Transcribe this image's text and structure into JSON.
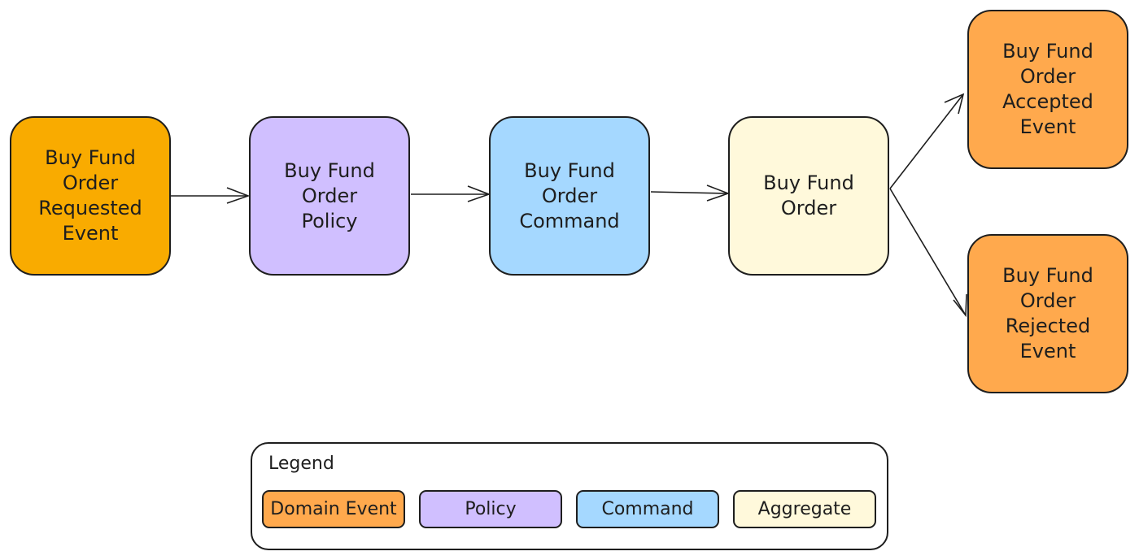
{
  "colors": {
    "domain_event": "#f9ab00",
    "domain_event_result": "#ffa94d",
    "policy": "#d0bfff",
    "command": "#a5d8ff",
    "aggregate": "#fff9db",
    "stroke": "#1e1e1e"
  },
  "nodes": [
    {
      "id": "requested",
      "label": "Buy Fund\nOrder\nRequested\nEvent",
      "kind": "domain_event"
    },
    {
      "id": "policy",
      "label": "Buy Fund\nOrder\nPolicy",
      "kind": "policy"
    },
    {
      "id": "command",
      "label": "Buy Fund\nOrder\nCommand",
      "kind": "command"
    },
    {
      "id": "aggregate",
      "label": "Buy Fund\nOrder",
      "kind": "aggregate"
    },
    {
      "id": "accepted",
      "label": "Buy Fund\nOrder\nAccepted\nEvent",
      "kind": "domain_event_result"
    },
    {
      "id": "rejected",
      "label": "Buy Fund\nOrder\nRejected\nEvent",
      "kind": "domain_event_result"
    }
  ],
  "edges": [
    {
      "from": "requested",
      "to": "policy"
    },
    {
      "from": "policy",
      "to": "command"
    },
    {
      "from": "command",
      "to": "aggregate"
    },
    {
      "from": "aggregate",
      "to": "accepted"
    },
    {
      "from": "aggregate",
      "to": "rejected"
    }
  ],
  "legend": {
    "title": "Legend",
    "items": [
      {
        "label": "Domain Event",
        "kind": "domain_event_result"
      },
      {
        "label": "Policy",
        "kind": "policy"
      },
      {
        "label": "Command",
        "kind": "command"
      },
      {
        "label": "Aggregate",
        "kind": "aggregate"
      }
    ]
  }
}
